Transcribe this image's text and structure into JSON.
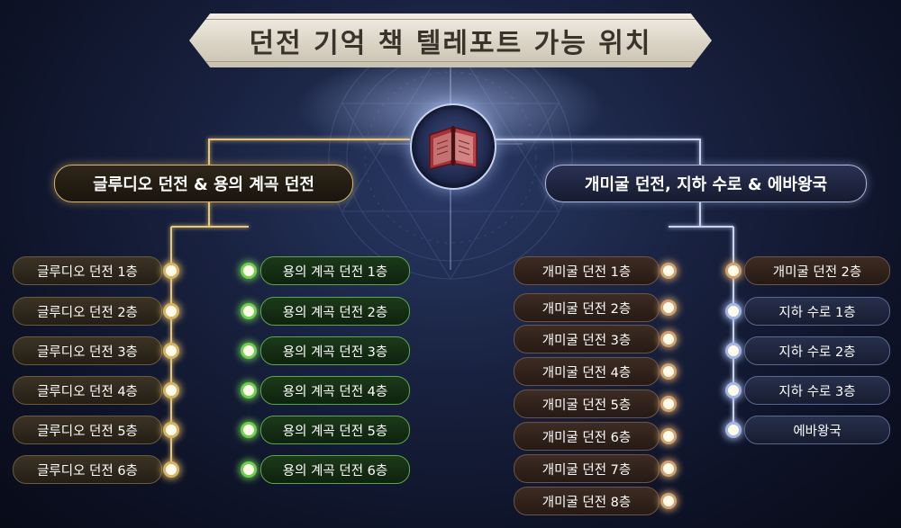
{
  "title": "던전 기억 책 텔레포트 가능 위치",
  "icon": "memory-book-icon",
  "colors": {
    "gold": "#d7b465",
    "green": "#6ed04e",
    "brown": "#cfa16e",
    "blue": "#a7b7e4"
  },
  "left_group": {
    "label": "글루디오 던전 & 용의 계곡 던전",
    "gludio": [
      "글루디오 던전 1층",
      "글루디오 던전 2층",
      "글루디오 던전 3층",
      "글루디오 던전 4층",
      "글루디오 던전 5층",
      "글루디오 던전 6층"
    ],
    "dragon_valley": [
      "용의 계곡 던전 1층",
      "용의 계곡 던전 2층",
      "용의 계곡 던전 3층",
      "용의 계곡 던전 4층",
      "용의 계곡 던전 5층",
      "용의 계곡 던전 6층"
    ]
  },
  "right_group": {
    "label": "개미굴 던전, 지하 수로 & 에바왕국",
    "ant_cave": [
      "개미굴 던전 1층",
      "개미굴 던전 2층",
      "개미굴 던전 3층",
      "개미굴 던전 4층",
      "개미굴 던전 5층",
      "개미굴 던전 6층",
      "개미굴 던전 7층",
      "개미굴 던전 8층"
    ],
    "ant_cave_2f": "개미굴 던전 2층",
    "underground": [
      "지하 수로 1층",
      "지하 수로 2층",
      "지하 수로 3층",
      "에바왕국"
    ]
  }
}
